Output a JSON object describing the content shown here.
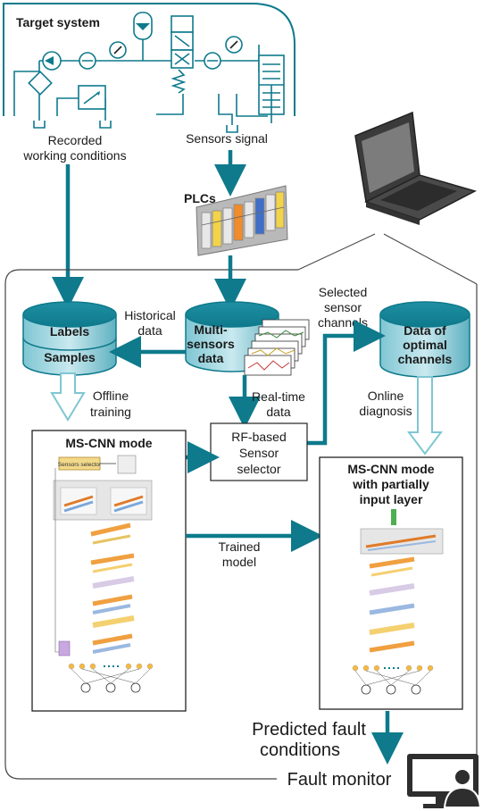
{
  "colors": {
    "teal": "#0e7a8c",
    "teal_light": "#9fd3dd",
    "text": "#1a1a1a",
    "box_border": "#222222"
  },
  "top": {
    "target_system": "Target system",
    "recorded_line1": "Recorded",
    "recorded_line2": "working conditions",
    "sensors_signal": "Sensors signal",
    "plcs": "PLCs"
  },
  "nodes": {
    "labels": "Labels",
    "samples": "Samples",
    "multi_line1": "Multi-",
    "multi_line2": "sensors",
    "multi_line3": "data",
    "optimal_line1": "Data of",
    "optimal_line2": "optimal",
    "optimal_line3": "channels",
    "rf_line1": "RF-based",
    "rf_line2": "Sensor",
    "rf_line3": "selector"
  },
  "edges": {
    "historical_line1": "Historical",
    "historical_line2": "data",
    "selected_line1": "Selected",
    "selected_line2": "sensor",
    "selected_line3": "channels",
    "offline_line1": "Offline",
    "offline_line2": "training",
    "realtime_line1": "Real-time",
    "realtime_line2": "data",
    "online_line1": "Online",
    "online_line2": "diagnosis",
    "trained_line1": "Trained",
    "trained_line2": "model"
  },
  "panels": {
    "mscnn_title": "MS-CNN mode",
    "mscnn2_line1": "MS-CNN mode",
    "mscnn2_line2": "with partially",
    "mscnn2_line3": "input layer",
    "sensors_selector_small": "Sensors selector"
  },
  "bottom": {
    "predicted_line1": "Predicted fault",
    "predicted_line2": "conditions",
    "fault_monitor": "Fault monitor"
  }
}
